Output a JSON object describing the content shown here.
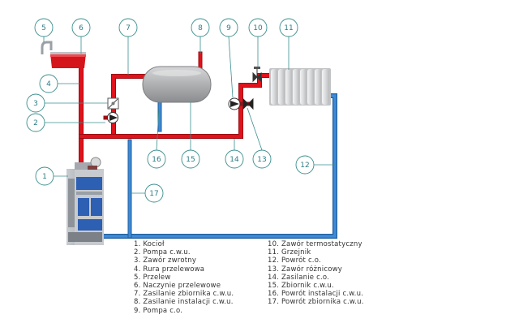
{
  "colors": {
    "hot_pipe": "#e1121b",
    "cold_pipe": "#2e79c9",
    "callout": "#3c8f8f",
    "boiler_blue": "#2d5fb3",
    "boiler_grey": "#a9adb3",
    "tank_grey": "#a8a9ab"
  },
  "callouts": [
    {
      "id": "1"
    },
    {
      "id": "2"
    },
    {
      "id": "3"
    },
    {
      "id": "4"
    },
    {
      "id": "5"
    },
    {
      "id": "6"
    },
    {
      "id": "7"
    },
    {
      "id": "8"
    },
    {
      "id": "9"
    },
    {
      "id": "10"
    },
    {
      "id": "11"
    },
    {
      "id": "12"
    },
    {
      "id": "13"
    },
    {
      "id": "14"
    },
    {
      "id": "15"
    },
    {
      "id": "16"
    },
    {
      "id": "17"
    }
  ],
  "legend_left": [
    "1. Kocioł",
    "2. Pompa c.w.u.",
    "3. Zawór zwrotny",
    "4. Rura przelewowa",
    "5. Przelew",
    "6. Naczynie przelewowe",
    "7. Zasilanie zbiornika c.w.u.",
    "8. Zasilanie instalacji c.w.u.",
    "9. Pompa c.o."
  ],
  "legend_right": [
    "10. Zawór termostatyczny",
    "11. Grzejnik",
    "12. Powrót c.o.",
    "13. Zawór różnicowy",
    "14. Zasilanie c.o.",
    "15. Zbiornik c.w.u.",
    "16. Powrót instalacji c.w.u.",
    "17. Powrót zbiornika c.w.u."
  ]
}
